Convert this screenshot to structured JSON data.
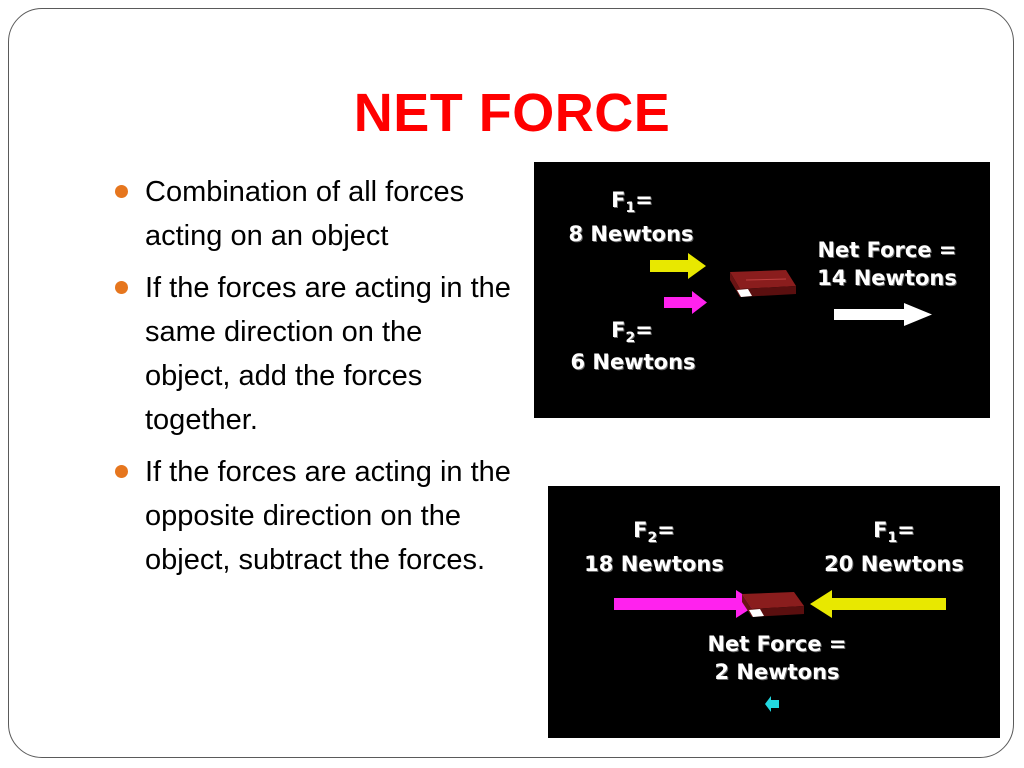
{
  "slide": {
    "title": "NET FORCE",
    "bullets": [
      "Combination of all forces acting on an object",
      "If the forces are acting in the same direction on the object, add the forces together.",
      "If the forces are acting in the opposite direction on the object, subtract the forces."
    ]
  },
  "diagram_same_direction": {
    "f1": {
      "symbol": "F",
      "subscript": "1",
      "eq": "=",
      "value": "8 Newtons"
    },
    "f2": {
      "symbol": "F",
      "subscript": "2",
      "eq": "=",
      "value": "6 Newtons"
    },
    "net_label": "Net Force =",
    "net_value": "14 Newtons"
  },
  "diagram_opposite_direction": {
    "f2": {
      "symbol": "F",
      "subscript": "2",
      "eq": "=",
      "value": "18 Newtons"
    },
    "f1": {
      "symbol": "F",
      "subscript": "1",
      "eq": "=",
      "value": "20 Newtons"
    },
    "net_label": "Net Force =",
    "net_value": "2 Newtons"
  },
  "colors": {
    "title": "#ff0000",
    "bullet": "#e6761e",
    "arrow_f1": "#e8e800",
    "arrow_f2": "#ff22ee",
    "arrow_net_small": "#22d8e0"
  }
}
